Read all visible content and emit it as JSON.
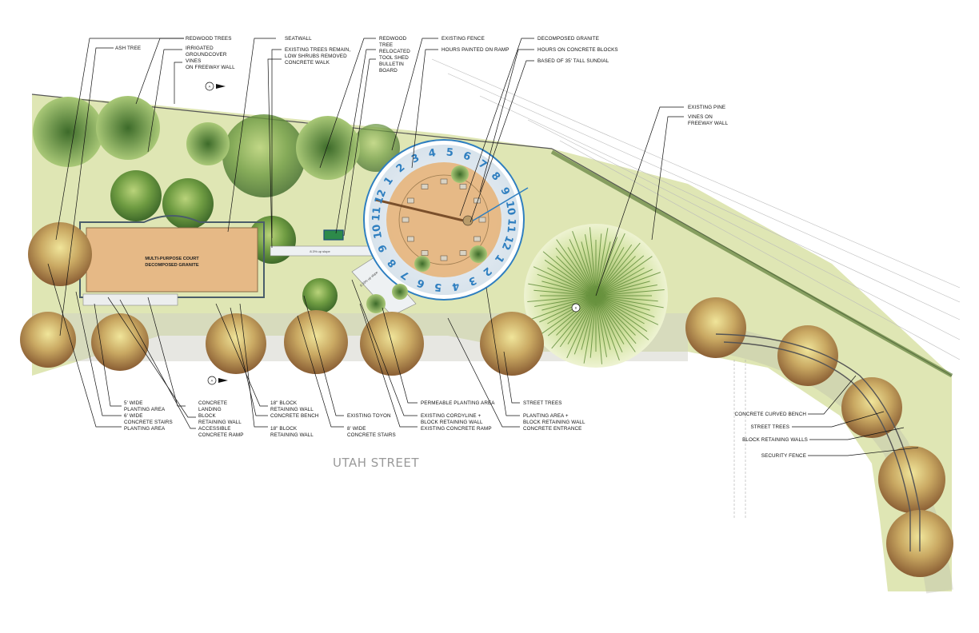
{
  "street_name": "UTAH STREET",
  "court_label": {
    "line1": "MULTI-PURPOSE COURT",
    "line2": "DECOMPOSED GRANITE"
  },
  "ramp_slope_labels": [
    "8.3% up slope",
    "8.33% up slope"
  ],
  "section_markers": [
    "A",
    "B",
    "A"
  ],
  "sundial_hours": [
    "12",
    "1",
    "2",
    "3",
    "4",
    "5",
    "6",
    "7",
    "8",
    "9",
    "10",
    "11",
    "12",
    "1",
    "2",
    "3",
    "4",
    "5",
    "6",
    "7",
    "8",
    "9",
    "10",
    "11"
  ],
  "top_labels": {
    "redwood_trees": "REDWOOD TREES",
    "ash_tree": "ASH TREE",
    "irrigated_groundcover_1": "IRRIGATED",
    "irrigated_groundcover_2": "GROUNDCOVER",
    "vines_freeway_1": "VINES",
    "vines_freeway_2": "ON FREEWAY WALL",
    "seatwall": "SEATWALL",
    "existing_trees_1": "EXISTING TREES REMAIN,",
    "existing_trees_2": "LOW SHRUBS REMOVED",
    "concrete_walk": "CONCRETE WALK",
    "redwood_tree_1": "REDWOOD",
    "redwood_tree_2": "TREE",
    "relocated_shed_1": "RELOCATED",
    "relocated_shed_2": "TOOL SHED",
    "bulletin_1": "BULLETIN",
    "bulletin_2": "BOARD",
    "existing_fence": "EXISTING FENCE",
    "hours_ramp": "HOURS PAINTED ON RAMP",
    "decomposed_granite": "DECOMPOSED GRANITE",
    "hours_blocks": "HOURS ON CONCRETE BLOCKS",
    "sundial_base": "BASED OF 35' TALL SUNDIAL",
    "existing_pine": "EXISTING PINE",
    "vines_right_1": "VINES ON",
    "vines_right_2": "FREEWAY WALL"
  },
  "bottom_labels": {
    "planting_5_1": "5' WIDE",
    "planting_5_2": "PLANTING AREA",
    "stairs_6_1": "6' WIDE",
    "stairs_6_2": "CONCRETE STAIRS",
    "planting_area": "PLANTING AREA",
    "concrete_landing_1": "CONCRETE",
    "concrete_landing_2": "LANDING",
    "block_wall_1": "BLOCK",
    "block_wall_2": "RETAINING WALL",
    "accessible_ramp_1": "ACCESSIBLE",
    "accessible_ramp_2": "CONCRETE RAMP",
    "block_18a_1": "18\"  BLOCK",
    "block_18a_2": "RETAINING WALL",
    "concrete_bench": "CONCRETE BENCH",
    "block_18b_1": "18\" BLOCK",
    "block_18b_2": "RETAINING WALL",
    "existing_toyon": "EXISTING TOYON",
    "stairs_8_1": "8' WIDE",
    "stairs_8_2": "CONCRETE STAIRS",
    "permeable_planting": "PERMEABLE PLANTING AREA",
    "cordyline_1": "EXISTING CORDYLINE +",
    "cordyline_2": "BLOCK RETAINING WALL",
    "existing_ramp": "EXISTING CONCRETE RAMP",
    "street_trees": "STREET TREES",
    "planting_block_1": "PLANTING AREA +",
    "planting_block_2": "BLOCK RETAINING WALL",
    "concrete_entrance": "CONCRETE ENTRANCE"
  },
  "right_labels": {
    "curved_bench": "CONCRETE CURVED BENCH",
    "street_trees": "STREET TREES",
    "block_walls": "BLOCK RETAINING WALLS",
    "security_fence": "SECURITY FENCE"
  },
  "colors": {
    "ground": "#dfe6b4",
    "granite": "#e6b986",
    "tree_green": "#5e8a3a",
    "street_tree": "#b58a4e",
    "sundial_blue": "#2f7fc0",
    "leader": "#111111",
    "street_text": "#9a9a9a"
  }
}
